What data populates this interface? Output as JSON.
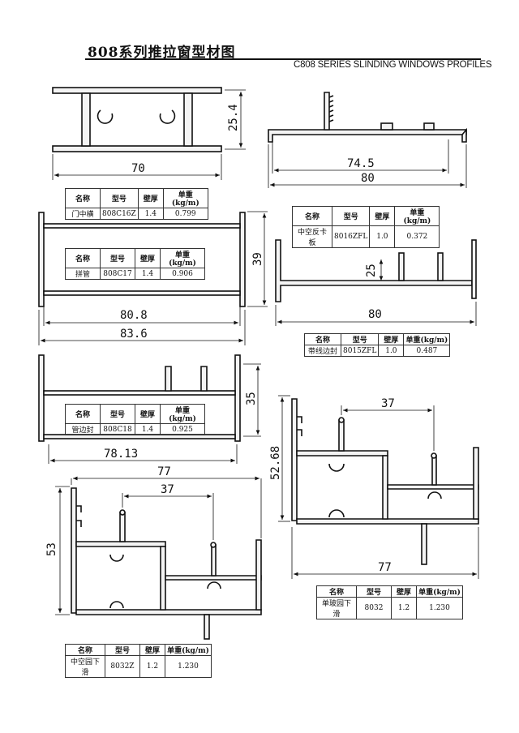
{
  "title": {
    "cn": "808系列推拉窗型材图",
    "en": "C808 SERIES SLINDING WINDOWS PROFILES"
  },
  "table_headers": [
    "名称",
    "型号",
    "壁厚",
    "单重(kg/m)"
  ],
  "profiles": [
    {
      "name": "门中横",
      "model": "808C16Z",
      "wall": "1.4",
      "weight": "0.799",
      "dims": [
        "70",
        "25.4"
      ]
    },
    {
      "name": "中空反卡板",
      "model": "8016ZFL",
      "wall": "1.0",
      "weight": "0.372",
      "dims": [
        "74.5",
        "80"
      ]
    },
    {
      "name": "拼管",
      "model": "808C17",
      "wall": "1.4",
      "weight": "0.906",
      "dims": [
        "80.8",
        "83.6",
        "39"
      ]
    },
    {
      "name": "带线边封",
      "model": "8015ZFL",
      "wall": "1.0",
      "weight": "0.487",
      "dims": [
        "25",
        "80"
      ]
    },
    {
      "name": "管边封",
      "model": "808C18",
      "wall": "1.4",
      "weight": "0.925",
      "dims": [
        "78.13",
        "35"
      ]
    },
    {
      "name": "单玻园下滑",
      "model": "8032",
      "wall": "1.2",
      "weight": "1.230",
      "dims": [
        "37",
        "52.68",
        "77"
      ]
    },
    {
      "name": "中空园下滑",
      "model": "8032Z",
      "wall": "1.2",
      "weight": "1.230",
      "dims": [
        "77",
        "37",
        "53"
      ]
    }
  ]
}
